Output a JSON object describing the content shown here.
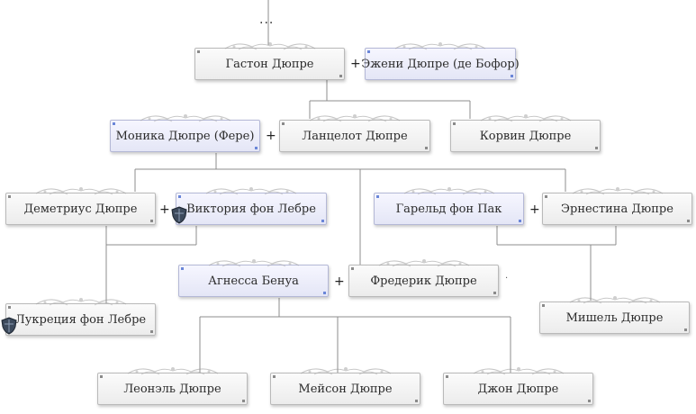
{
  "more_ancestors_marker": "...",
  "spouse_joiner": "+",
  "stray_mark": "·",
  "people": {
    "gaston": "Гастон Дюпре",
    "jeni": "Эжени Дюпре (де Бофор)",
    "monika": "Моника Дюпре (Фере)",
    "lancelot": "Ланцелот Дюпре",
    "korvin": "Корвин Дюпре",
    "demetrius": "Деметриус Дюпре",
    "viktoria": "Виктория фон Лебре",
    "gareld": "Гарельд фон Пак",
    "ernestina": "Эрнестина Дюпре",
    "agnessa": "Агнесса Бенуа",
    "frederik": "Фредерик Дюпре",
    "lukrecia": "Лукреция фон Лебре",
    "mishel": "Мишель Дюпре",
    "leonel": "Леонэль Дюпре",
    "meison": "Мейсон Дюпре",
    "jon": "Джон Дюпре"
  },
  "icons": {
    "ornament": "flourish-ornament",
    "shield": "shield-icon"
  },
  "colors": {
    "line": "#888888",
    "box_border": "#b9b9b9",
    "spouse_tint": "#e4e6f6"
  }
}
